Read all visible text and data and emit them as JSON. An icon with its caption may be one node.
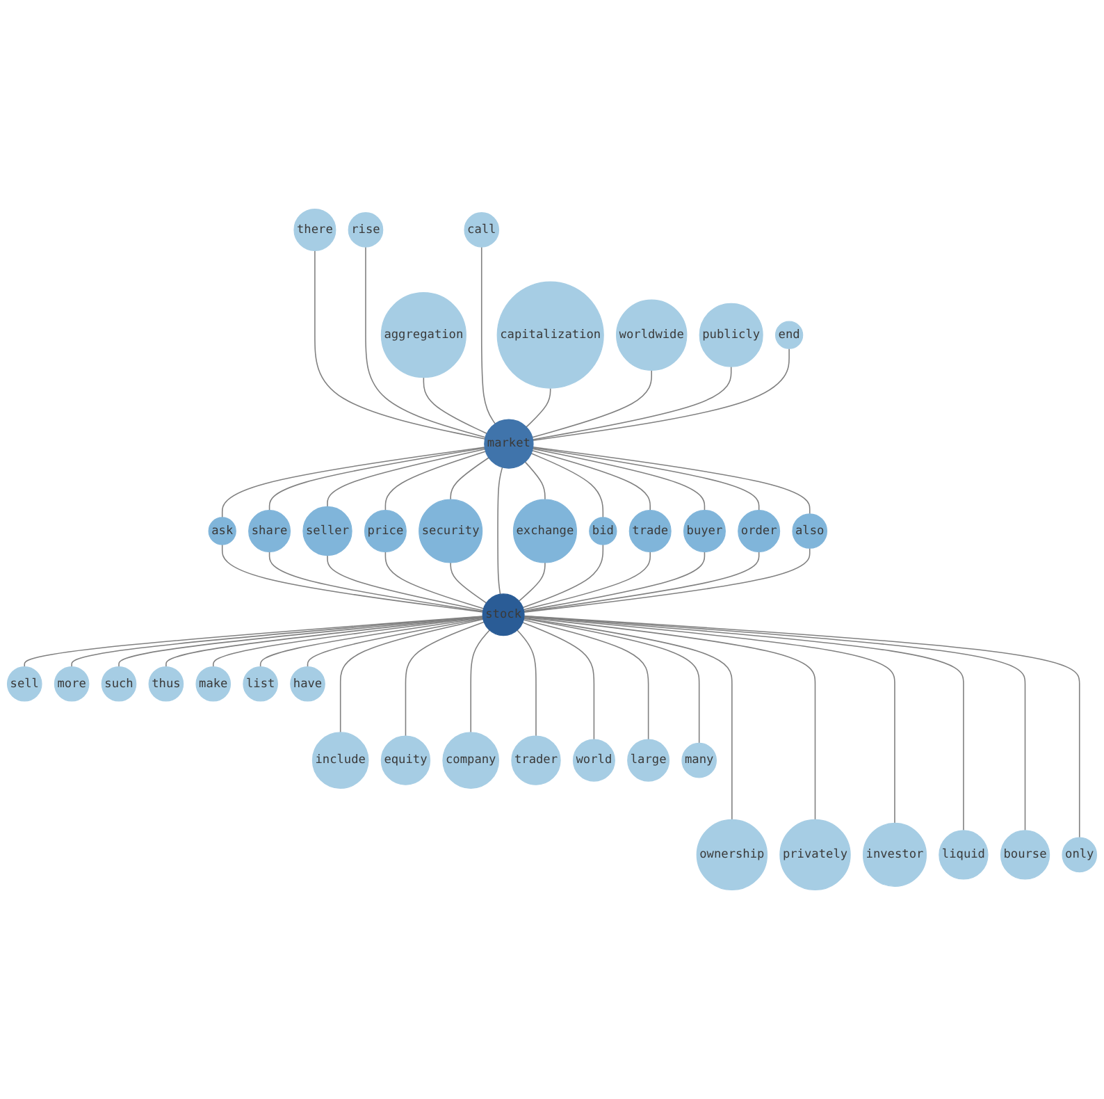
{
  "diagram": {
    "nodes": [
      {
        "text": [
          "include"
        ]
      },
      {
        "text": [
          "equity"
        ]
      },
      {
        "text": [
          "there"
        ]
      },
      {
        "text": [
          "ownership"
        ]
      },
      {
        "text": [
          "company"
        ]
      },
      {
        "text": [
          "sell"
        ]
      },
      {
        "text": [
          "rise"
        ]
      },
      {
        "text": [
          "ask"
        ]
      },
      {
        "text": [
          "aggregation"
        ]
      },
      {
        "text": [
          "privately"
        ]
      },
      {
        "text": [
          "share"
        ]
      },
      {
        "text": [
          "trader"
        ]
      },
      {
        "text": [
          "more"
        ]
      },
      {
        "text": [
          "seller"
        ]
      },
      {
        "text": [
          "price"
        ]
      },
      {
        "text": [
          "call"
        ]
      },
      {
        "text": [
          "such"
        ]
      },
      {
        "text": [
          "investor"
        ]
      },
      {
        "text": [
          "security"
        ]
      },
      {
        "text": [
          "market"
        ]
      },
      {
        "text": [
          "exchange"
        ]
      },
      {
        "text": [
          "stock"
        ]
      },
      {
        "text": [
          "capitalization"
        ]
      },
      {
        "text": [
          "bid"
        ]
      },
      {
        "text": [
          "thus"
        ]
      },
      {
        "text": [
          "worldwide"
        ]
      },
      {
        "text": [
          "trade"
        ]
      },
      {
        "text": [
          "buyer"
        ]
      },
      {
        "text": [
          "world"
        ]
      },
      {
        "text": [
          "make"
        ]
      },
      {
        "text": [
          "order"
        ]
      },
      {
        "text": [
          "list"
        ]
      },
      {
        "text": [
          "publicly"
        ]
      },
      {
        "text": [
          "also"
        ]
      },
      {
        "text": [
          "large"
        ]
      },
      {
        "text": [
          "liquid"
        ]
      },
      {
        "text": [
          "end"
        ]
      },
      {
        "text": [
          "have"
        ]
      },
      {
        "text": [
          "bourse"
        ]
      },
      {
        "text": [
          "many"
        ]
      },
      {
        "text": [
          "only"
        ]
      }
    ],
    "edges": [
      {
        "from": 21,
        "to": 0,
        "arrow": "none"
      },
      {
        "from": 21,
        "to": 1,
        "arrow": "none"
      },
      {
        "from": 2,
        "to": 19,
        "arrow": "none"
      },
      {
        "from": 21,
        "to": 3,
        "arrow": "none"
      },
      {
        "from": 21,
        "to": 4,
        "arrow": "none"
      },
      {
        "from": 21,
        "to": 5,
        "arrow": "none"
      },
      {
        "from": 6,
        "to": 19,
        "arrow": "none"
      },
      {
        "from": 19,
        "to": 7,
        "arrow": "none"
      },
      {
        "from": 7,
        "to": 21,
        "arrow": "none"
      },
      {
        "from": 8,
        "to": 19,
        "arrow": "none"
      },
      {
        "from": 21,
        "to": 9,
        "arrow": "none"
      },
      {
        "from": 19,
        "to": 10,
        "arrow": "none"
      },
      {
        "from": 10,
        "to": 21,
        "arrow": "none"
      },
      {
        "from": 21,
        "to": 11,
        "arrow": "none"
      },
      {
        "from": 21,
        "to": 12,
        "arrow": "none"
      },
      {
        "from": 19,
        "to": 13,
        "arrow": "none"
      },
      {
        "from": 13,
        "to": 21,
        "arrow": "none"
      },
      {
        "from": 19,
        "to": 14,
        "arrow": "none"
      },
      {
        "from": 14,
        "to": 21,
        "arrow": "none"
      },
      {
        "from": 15,
        "to": 19,
        "arrow": "none"
      },
      {
        "from": 21,
        "to": 16,
        "arrow": "none"
      },
      {
        "from": 21,
        "to": 17,
        "arrow": "none"
      },
      {
        "from": 19,
        "to": 18,
        "arrow": "none"
      },
      {
        "from": 18,
        "to": 21,
        "arrow": "none"
      },
      {
        "from": 19,
        "to": 21,
        "arrow": "none"
      },
      {
        "from": 19,
        "to": 20,
        "arrow": "none"
      },
      {
        "from": 20,
        "to": 21,
        "arrow": "none"
      },
      {
        "from": 22,
        "to": 19,
        "arrow": "none"
      },
      {
        "from": 23,
        "to": 21,
        "arrow": "none"
      },
      {
        "from": 19,
        "to": 23,
        "arrow": "none"
      },
      {
        "from": 21,
        "to": 24,
        "arrow": "none"
      },
      {
        "from": 25,
        "to": 19,
        "arrow": "none"
      },
      {
        "from": 26,
        "to": 21,
        "arrow": "none"
      },
      {
        "from": 19,
        "to": 26,
        "arrow": "none"
      },
      {
        "from": 27,
        "to": 21,
        "arrow": "none"
      },
      {
        "from": 19,
        "to": 27,
        "arrow": "none"
      },
      {
        "from": 21,
        "to": 28,
        "arrow": "none"
      },
      {
        "from": 21,
        "to": 29,
        "arrow": "none"
      },
      {
        "from": 30,
        "to": 21,
        "arrow": "none"
      },
      {
        "from": 19,
        "to": 30,
        "arrow": "none"
      },
      {
        "from": 21,
        "to": 31,
        "arrow": "none"
      },
      {
        "from": 32,
        "to": 19,
        "arrow": "none"
      },
      {
        "from": 33,
        "to": 21,
        "arrow": "none"
      },
      {
        "from": 19,
        "to": 33,
        "arrow": "none"
      },
      {
        "from": 21,
        "to": 34,
        "arrow": "none"
      },
      {
        "from": 21,
        "to": 35,
        "arrow": "none"
      },
      {
        "from": 36,
        "to": 19,
        "arrow": "none"
      },
      {
        "from": 21,
        "to": 37,
        "arrow": "none"
      },
      {
        "from": 21,
        "to": 38,
        "arrow": "none"
      },
      {
        "from": 21,
        "to": 39,
        "arrow": "none"
      },
      {
        "from": 21,
        "to": 40,
        "arrow": "none"
      }
    ]
  }
}
